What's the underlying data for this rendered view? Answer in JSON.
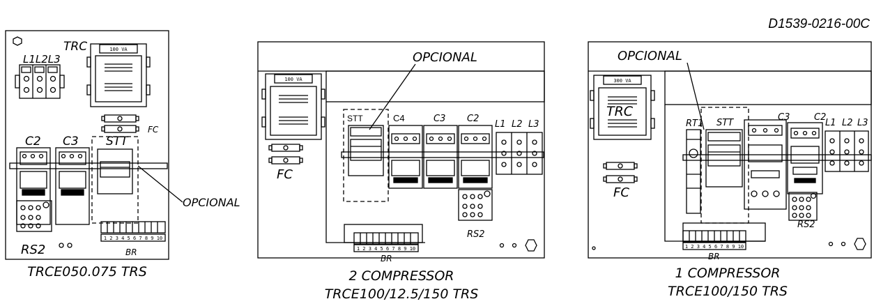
{
  "drawing_number": "D1539-0216-00C",
  "panels": [
    {
      "caption_lines": [
        "TRCE050.075 TRS"
      ],
      "labels": {
        "trc": "TRC",
        "l123": "L1L2L3",
        "transformer": "100 VA",
        "fc": "FC",
        "c2": "C2",
        "c3": "C3",
        "stt": "STT",
        "opcional": "OPCIONAL",
        "rs2": "RS2",
        "br": "BR",
        "terminal_numbers": "1 2 3 4 5 6 7 8 9 10"
      }
    },
    {
      "caption_lines": [
        "2 COMPRESSOR",
        "TRCE100/12.5/150 TRS"
      ],
      "labels": {
        "opcional": "OPCIONAL",
        "transformer": "100 VA",
        "stt": "STT",
        "c4": "C4",
        "c3": "C3",
        "c2": "C2",
        "l1": "L1",
        "l2": "L2",
        "l3": "L3",
        "fc": "FC",
        "rs2": "RS2",
        "br": "BR",
        "terminal_numbers": "1 2 3 4 5 6 7 8 9 10"
      }
    },
    {
      "caption_lines": [
        "1 COMPRESSOR",
        "TRCE100/150 TRS"
      ],
      "labels": {
        "opcional": "OPCIONAL",
        "transformer": "300 VA",
        "trc": "TRC",
        "rt1": "RT1",
        "stt": "STT",
        "c3": "C3",
        "c2": "C2",
        "l1": "L1",
        "l2": "L2",
        "l3": "L3",
        "fc": "FC",
        "rs2": "RS2",
        "br": "BR",
        "terminal_numbers": "1 2 3 4 5 6 7 8 9 10"
      }
    }
  ]
}
